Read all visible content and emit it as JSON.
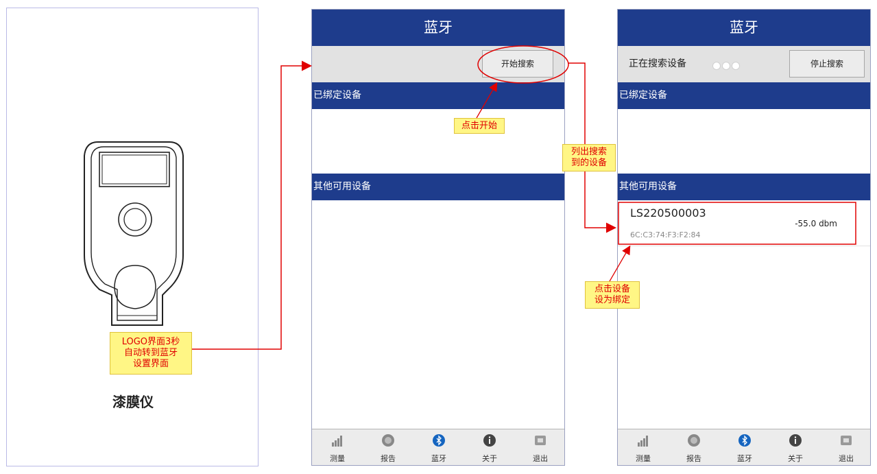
{
  "screen1": {
    "device_name": "漆膜仪"
  },
  "phone_title": "蓝牙",
  "screen2": {
    "start_search": "开始搜索",
    "bound_devices": "已绑定设备",
    "other_devices": "其他可用设备"
  },
  "screen3": {
    "status": "正在搜索设备",
    "stop_search": "停止搜索",
    "bound_devices": "已绑定设备",
    "other_devices": "其他可用设备",
    "device": {
      "name": "LS220500003",
      "mac": "6C:C3:74:F3:F2:84",
      "rssi": "-55.0 dbm"
    }
  },
  "tabs": [
    {
      "label": "测量",
      "icon": "signal-bars-icon"
    },
    {
      "label": "报告",
      "icon": "report-icon"
    },
    {
      "label": "蓝牙",
      "icon": "bluetooth-icon"
    },
    {
      "label": "关于",
      "icon": "info-icon"
    },
    {
      "label": "退出",
      "icon": "exit-icon"
    }
  ],
  "notes": {
    "logo": [
      "LOGO界面3秒",
      "自动转到蓝牙",
      "设置界面"
    ],
    "click_start": "点击开始",
    "list_found": [
      "列出搜索",
      "到的设备"
    ],
    "click_device": [
      "点击设备",
      "设为绑定"
    ]
  },
  "colors": {
    "header": "#1e3c8c",
    "note_bg": "#fff685",
    "note_text": "#e00000",
    "arrow": "#e00000",
    "active_tab": "#1565c0"
  }
}
